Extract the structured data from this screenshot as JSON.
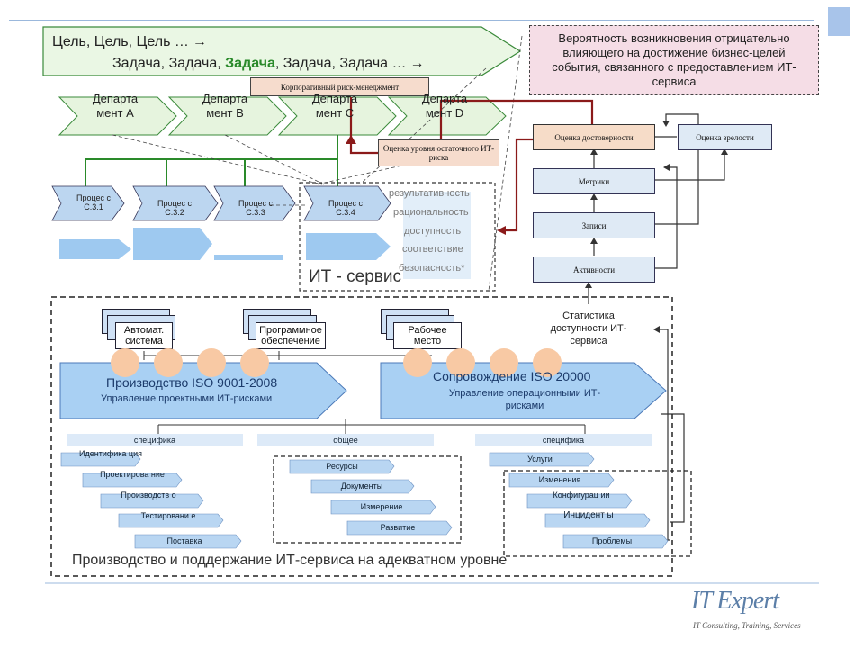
{
  "header": {
    "goals_line": "Цель, Цель, Цель …",
    "tasks_prefix": "Задача, Задача, ",
    "tasks_highlight": "Задача",
    "tasks_suffix": ", Задача, Задача …",
    "arrow_glyph": "→",
    "corporate_risk": "Корпоративный риск-менеджмент"
  },
  "risk_definition": "Вероятность возникновения отрицательно влияющего на достижение бизнес-целей события, связанного с предоставлением ИТ-сервиса",
  "departments": [
    {
      "label": "Департа мент A"
    },
    {
      "label": "Департа мент B"
    },
    {
      "label": "Департа мент C"
    },
    {
      "label": "Департа мент D"
    }
  ],
  "residual_risk": "Оценка уровня остаточного ИТ-риска",
  "processes": [
    {
      "label": "Процес с С.3.1"
    },
    {
      "label": "Процес с С.3.2"
    },
    {
      "label": "Процес с С.3.3"
    },
    {
      "label": "Процес с С.3.4"
    }
  ],
  "service_properties": [
    "результативность",
    "рациональность",
    "доступность",
    "соответствие",
    "безопасность*"
  ],
  "it_service_title": "ИТ - сервис",
  "right_chain": {
    "reliability": "Оценка достоверности",
    "maturity": "Оценка зрелости",
    "metrics": "Метрики",
    "records": "Записи",
    "activities": "Активности",
    "statistics": "Статистика доступности ИТ-сервиса"
  },
  "resources": [
    {
      "label": "Автомат. система"
    },
    {
      "label": "Программное обеспечение"
    },
    {
      "label": "Рабочее место"
    }
  ],
  "production": {
    "title": "Производство ISO 9001-2008",
    "subtitle": "Управление проектными ИТ-рисками"
  },
  "support": {
    "title": "Сопровождение ISO 20000",
    "subtitle": "Управление операционными ИТ-рисками"
  },
  "categories": {
    "left": "специфика",
    "middle": "общее",
    "right": "специфика"
  },
  "left_items": [
    "Идентифика ция",
    "Проектирова ние",
    "Производств о",
    "Тестировани е",
    "Поставка"
  ],
  "middle_items": [
    "Ресурсы",
    "Документы",
    "Измерение",
    "Развитие"
  ],
  "right_items": [
    "Услуги",
    "Изменения",
    "Конфигурац ии",
    "Инцидент ы",
    "Проблемы"
  ],
  "footer": "Производство и поддержание ИТ-сервиса на адекватном уровне",
  "logo": {
    "main": "IT Expert",
    "sub": "IT Consulting, Training, Services"
  },
  "colors": {
    "green": "#2a8a2a",
    "dark_red": "#8b1a1a",
    "blue_fill": "#cfe1f5",
    "peach": "#f8c9a4",
    "pink_box": "#f5dde6"
  }
}
